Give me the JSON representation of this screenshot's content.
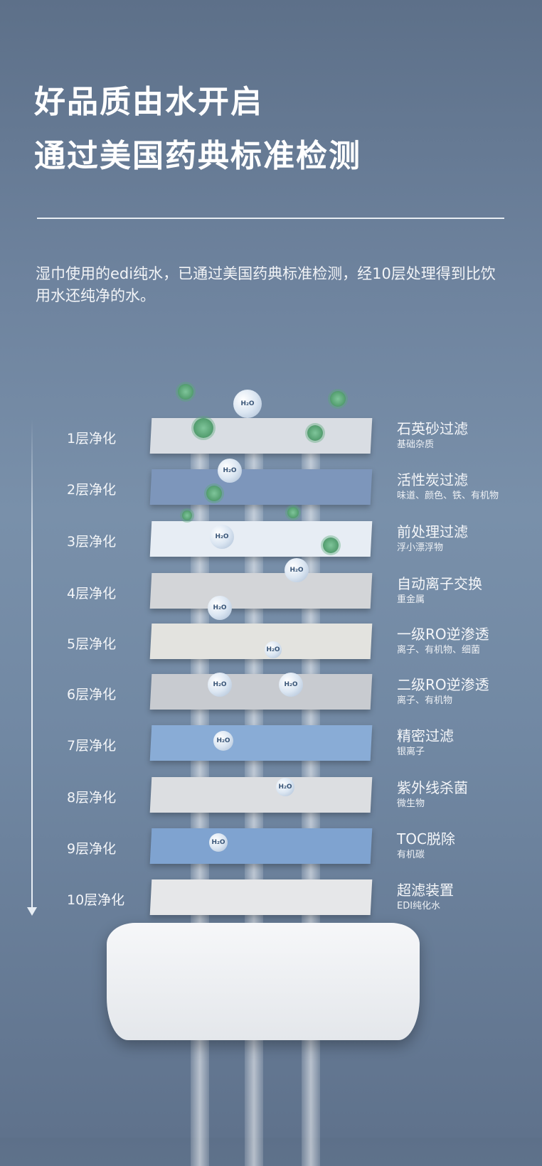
{
  "header": {
    "title_line1": "好品质由水开启",
    "title_line2": "通过美国药典标准检测",
    "description": "湿巾使用的edi纯水，已通过美国药典标准检测，经10层处理得到比饮用水还纯净的水。"
  },
  "bubble_label": "H₂O",
  "layers": [
    {
      "step": "1层净化",
      "name": "石英砂过滤",
      "detail": "基础杂质",
      "color": "#d9dde3"
    },
    {
      "step": "2层净化",
      "name": "活性炭过滤",
      "detail": "味道、颜色、铁、有机物",
      "color": "#7d96bb"
    },
    {
      "step": "3层净化",
      "name": "前处理过滤",
      "detail": "浮小漂浮物",
      "color": "#e7edf4"
    },
    {
      "step": "4层净化",
      "name": "自动离子交换",
      "detail": "重金属",
      "color": "#d3d5d8"
    },
    {
      "step": "5层净化",
      "name": "一级RO逆渗透",
      "detail": "离子、有机物、细菌",
      "color": "#e3e3df"
    },
    {
      "step": "6层净化",
      "name": "二级RO逆渗透",
      "detail": "离子、有机物",
      "color": "#c8cbd0"
    },
    {
      "step": "7层净化",
      "name": "精密过滤",
      "detail": "银离子",
      "color": "#89acd6"
    },
    {
      "step": "8层净化",
      "name": "紫外线杀菌",
      "detail": "微生物",
      "color": "#dcdee1"
    },
    {
      "step": "9层净化",
      "name": "TOC脱除",
      "detail": "有机碳",
      "color": "#7fa3d0"
    },
    {
      "step": "10层净化",
      "name": "超滤装置",
      "detail": "EDI纯化水",
      "color": "#e6e7e9"
    }
  ]
}
